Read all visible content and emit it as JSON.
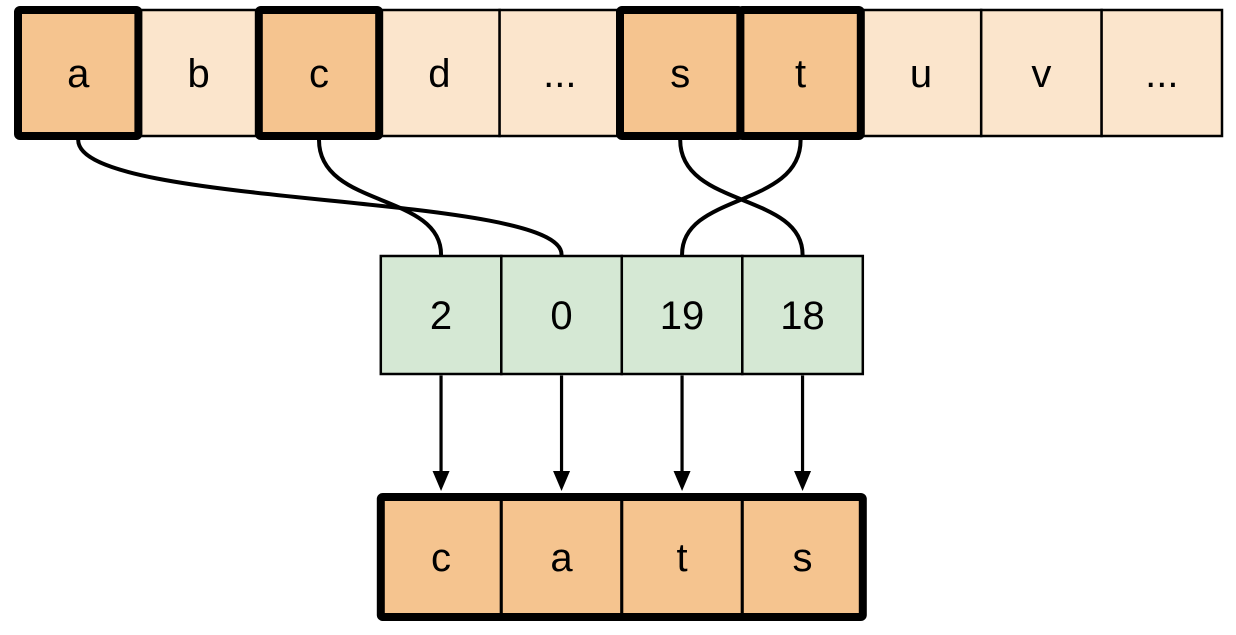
{
  "diagram": {
    "colors": {
      "background": "#ffffff",
      "alphabet_cell_fill": "#fbe5cc",
      "highlight_cell_fill": "#f5c48f",
      "index_cell_fill": "#d5e8d4",
      "word_cell_fill": "#f5c48f",
      "stroke": "#000000"
    },
    "alphabet_row": {
      "cells": [
        {
          "label": "a",
          "highlighted": true
        },
        {
          "label": "b",
          "highlighted": false
        },
        {
          "label": "c",
          "highlighted": true
        },
        {
          "label": "d",
          "highlighted": false
        },
        {
          "label": "...",
          "highlighted": false
        },
        {
          "label": "s",
          "highlighted": true
        },
        {
          "label": "t",
          "highlighted": true
        },
        {
          "label": "u",
          "highlighted": false
        },
        {
          "label": "v",
          "highlighted": false
        },
        {
          "label": "...",
          "highlighted": false
        }
      ]
    },
    "index_row": {
      "cells": [
        {
          "value": "2"
        },
        {
          "value": "0"
        },
        {
          "value": "19"
        },
        {
          "value": "18"
        }
      ]
    },
    "word_row": {
      "cells": [
        {
          "letter": "c"
        },
        {
          "letter": "a"
        },
        {
          "letter": "t"
        },
        {
          "letter": "s"
        }
      ]
    },
    "connections": [
      {
        "from_letter": "a",
        "to_index_cell": 1
      },
      {
        "from_letter": "c",
        "to_index_cell": 0
      },
      {
        "from_letter": "s",
        "to_index_cell": 3
      },
      {
        "from_letter": "t",
        "to_index_cell": 2
      }
    ],
    "arrows": [
      {
        "from_index_cell": 0,
        "to_word_cell": 0
      },
      {
        "from_index_cell": 1,
        "to_word_cell": 1
      },
      {
        "from_index_cell": 2,
        "to_word_cell": 2
      },
      {
        "from_index_cell": 3,
        "to_word_cell": 3
      }
    ]
  }
}
